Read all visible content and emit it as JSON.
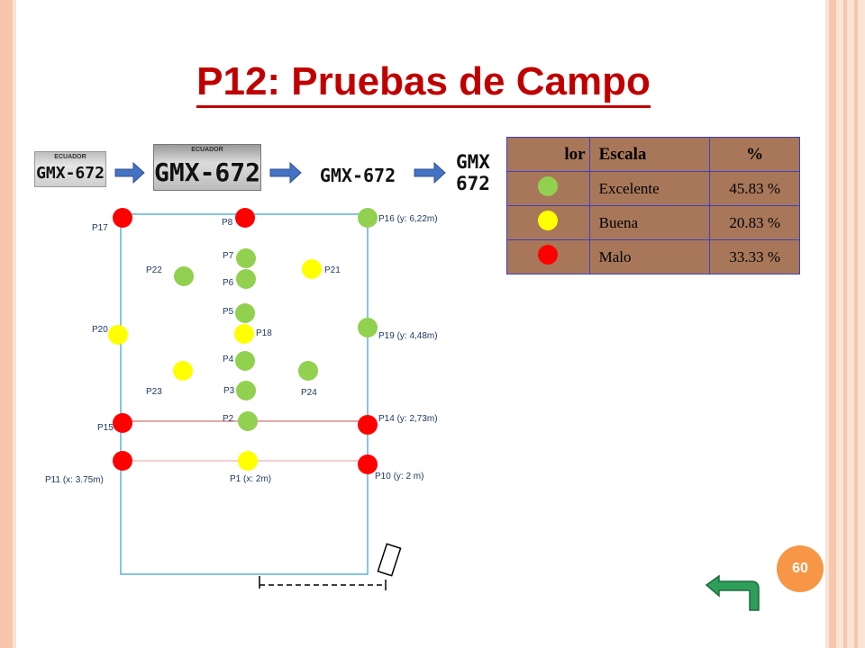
{
  "slide": {
    "title": "P12: Pruebas de Campo",
    "page_number": "60"
  },
  "plates": [
    {
      "header": "ECUADOR",
      "text": "GMX-672"
    },
    {
      "header": "ECUADOR",
      "text": "GMX-672"
    },
    {
      "text": "GMX-672"
    },
    {
      "text": "GMX 672"
    }
  ],
  "table": {
    "headers": [
      "Color",
      "Escala",
      "%"
    ],
    "header_visible": "lor",
    "rows": [
      {
        "color": "#92d050",
        "scale": "Excelente",
        "pct": "45.83 %"
      },
      {
        "color": "#ffff00",
        "scale": "Buena",
        "pct": "20.83 %"
      },
      {
        "color": "#ff0000",
        "scale": "Malo",
        "pct": "33.33 %"
      }
    ]
  },
  "field": {
    "labels": {
      "P17": "P17",
      "P8": "P8",
      "P16": "P16 (y: 6,22m)",
      "P7": "P7",
      "P22": "P22",
      "P21": "P21",
      "P6": "P6",
      "P5": "P5",
      "P20": "P20",
      "P18": "P18",
      "P19": "P19 (y: 4,48m)",
      "P4": "P4",
      "P23": "P23",
      "P3": "P3",
      "P24": "P24",
      "P15": "P15",
      "P2": "P2",
      "P14": "P14 (y: 2,73m)",
      "P11": "P11 (x: 3.75m)",
      "P1": "P1 (x: 2m)",
      "P10": "P10 (y: 2 m)"
    },
    "points": [
      {
        "id": "P17",
        "rating": "Malo"
      },
      {
        "id": "P8",
        "rating": "Malo"
      },
      {
        "id": "P16",
        "rating": "Excelente"
      },
      {
        "id": "P7",
        "rating": "Excelente"
      },
      {
        "id": "P22",
        "rating": "Excelente"
      },
      {
        "id": "P21",
        "rating": "Buena"
      },
      {
        "id": "P6",
        "rating": "Excelente"
      },
      {
        "id": "P5",
        "rating": "Excelente"
      },
      {
        "id": "P20",
        "rating": "Buena"
      },
      {
        "id": "P18",
        "rating": "Buena"
      },
      {
        "id": "P19",
        "rating": "Excelente"
      },
      {
        "id": "P4",
        "rating": "Excelente"
      },
      {
        "id": "P23",
        "rating": "Buena"
      },
      {
        "id": "P24",
        "rating": "Excelente"
      },
      {
        "id": "P3",
        "rating": "Excelente"
      },
      {
        "id": "P15",
        "rating": "Malo"
      },
      {
        "id": "P2",
        "rating": "Excelente"
      },
      {
        "id": "P14",
        "rating": "Malo"
      },
      {
        "id": "P11",
        "rating": "Malo"
      },
      {
        "id": "P1",
        "rating": "Buena"
      },
      {
        "id": "P10",
        "rating": "Malo"
      }
    ]
  },
  "colors": {
    "title": "#c00000",
    "excelente": "#92d050",
    "buena": "#ffff00",
    "malo": "#ff0000",
    "arrow": "#4472c4",
    "table_bg": "#a8775a",
    "page_badge": "#f79646",
    "return_arrow": "#2e9e5a"
  },
  "icons": {
    "flow_arrow": "right-arrow-icon",
    "return": "return-arrow-icon"
  }
}
